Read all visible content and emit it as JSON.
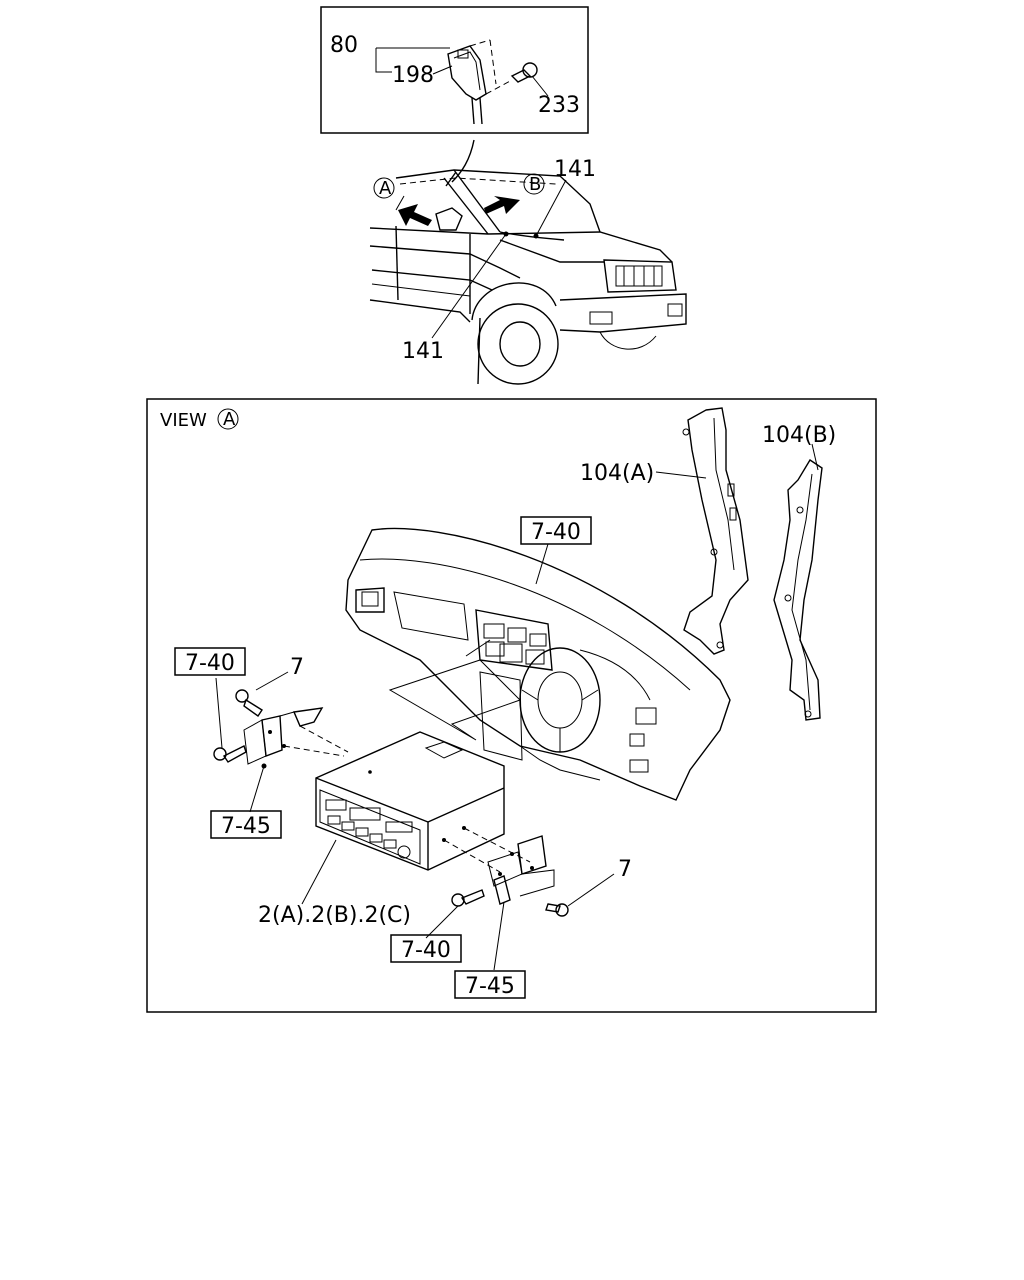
{
  "inset": {
    "part_80": "80",
    "part_198": "198",
    "part_233": "233"
  },
  "vehicle": {
    "marker_a": "A",
    "marker_b": "B",
    "part_141_top": "141",
    "part_141_bottom": "141"
  },
  "view_panel": {
    "view_text": "VIEW",
    "view_marker": "A",
    "part_104a": "104(A)",
    "part_104b": "104(B)",
    "ref_dash_top": "7-40",
    "ref_left_740": "7-40",
    "ref_left_745": "7-45",
    "ref_bottom_740": "7-40",
    "ref_bottom_745": "7-45",
    "part_7_left": "7",
    "part_7_right": "7",
    "part_2_variants": "2(A).2(B).2(C)"
  }
}
